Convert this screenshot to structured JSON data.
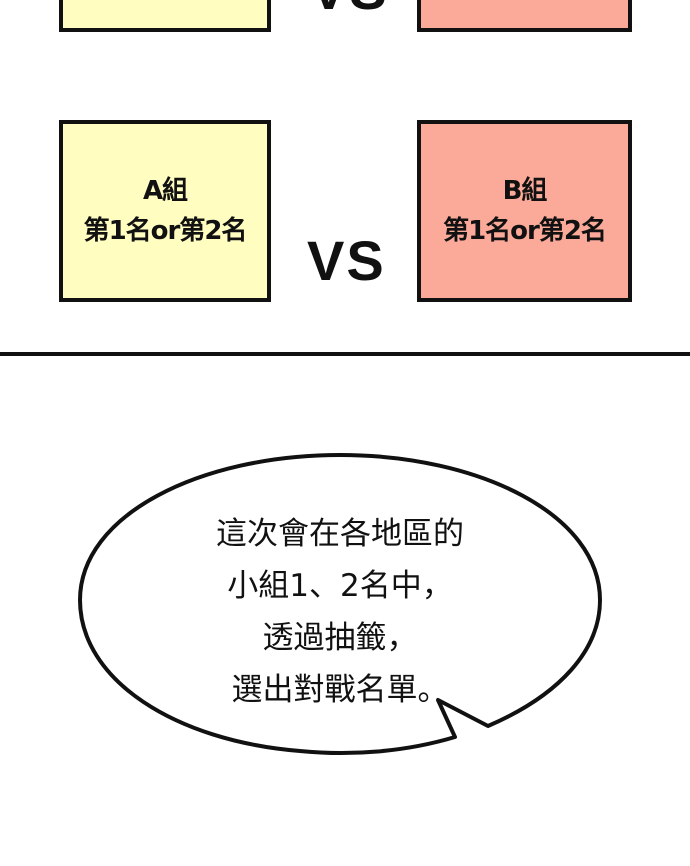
{
  "colors": {
    "team_a_fill": "#FFFDC0",
    "team_b_fill": "#FBAA9A",
    "outline": "#111111",
    "background": "#FFFFFF"
  },
  "top_panel": {
    "vs_label": "VS"
  },
  "matchup": {
    "team_a": {
      "line1": "A組",
      "line2": "第1名or第2名"
    },
    "team_b": {
      "line1": "B組",
      "line2": "第1名or第2名"
    },
    "vs_label": "VS"
  },
  "speech_bubble": {
    "lines": [
      "這次會在各地區的",
      "小組1、2名中，",
      "透過抽籤，",
      "選出對戰名單。"
    ]
  }
}
